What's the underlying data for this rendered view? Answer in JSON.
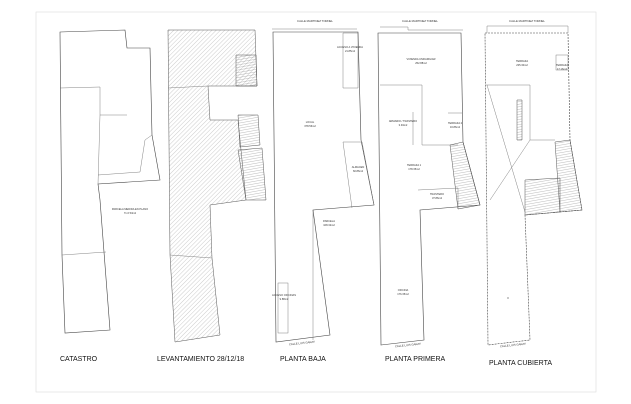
{
  "titles": {
    "catastro": "CATASTRO",
    "levantamiento": "LEVANTAMIENTO 28/12/18",
    "planta_baja": "PLANTA BAJA",
    "planta_primera": "PLANTA PRIMERA",
    "planta_cubierta": "PLANTA CUBIERTA"
  },
  "streets": {
    "top": "CALLE MARTINEZ TORNEL",
    "bottom": "CALLE LUIS GARAY"
  },
  "catastro": {
    "parcel_label": "PARCELA MEDIDA EN PLANO",
    "parcel_area": "71.6 53m2"
  },
  "planta_baja": {
    "rooms": [
      {
        "name": "ACCESO A VIVIENDA",
        "area": "21.85m2"
      },
      {
        "name": "LOCAL",
        "area": "378.56m2"
      },
      {
        "name": "ALMACEN",
        "area": "60.86m2"
      },
      {
        "name": "PARCELA",
        "area": "108.32m2"
      },
      {
        "name": "ACCESO OFICINAS",
        "area": "9.88m2"
      }
    ]
  },
  "planta_primera": {
    "rooms": [
      {
        "name": "VIVIENDA UNIFAMILIAR",
        "area": "252.88m2"
      },
      {
        "name": "ARMARIO / TRASTERO",
        "area": "3.94m2"
      },
      {
        "name": "TERRAZA 2",
        "area": "16.86m2"
      },
      {
        "name": "TERRAZA 1",
        "area": "178.35m2"
      },
      {
        "name": "TRASTERO",
        "area": "37.86m2"
      },
      {
        "name": "OFICINA",
        "area": "176.35m2"
      }
    ]
  },
  "planta_cubierta": {
    "rooms": [
      {
        "name": "TERRAZA",
        "area": "235.30m2"
      },
      {
        "name": "TERRAZA",
        "area": "17.16m2"
      }
    ]
  }
}
